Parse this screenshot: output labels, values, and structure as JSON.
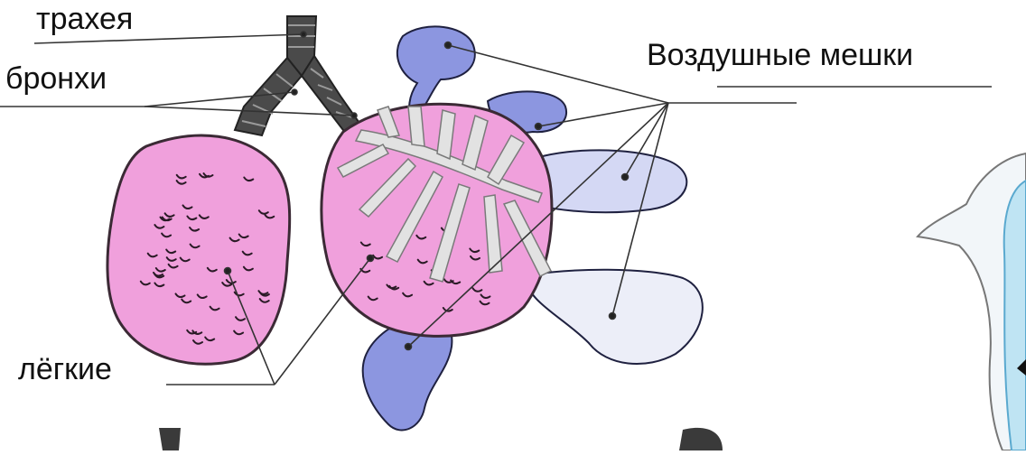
{
  "labels": {
    "trachea": "трахея",
    "bronchi": "бронхи",
    "air_sacs": "Воздушные мешки",
    "lungs": "лёгкие"
  },
  "colors": {
    "lung_pink": "#f0a0dc",
    "lung_outline": "#3b2a35",
    "sac_blue": "#8c96e0",
    "sac_light": "#d4d8f4",
    "sac_pale": "#eceef8",
    "airway_dark": "#4a4a4a",
    "bronchial_tree": "#dcdcdc",
    "leader_line": "#333333",
    "side_bird": "#c8e8f4"
  }
}
